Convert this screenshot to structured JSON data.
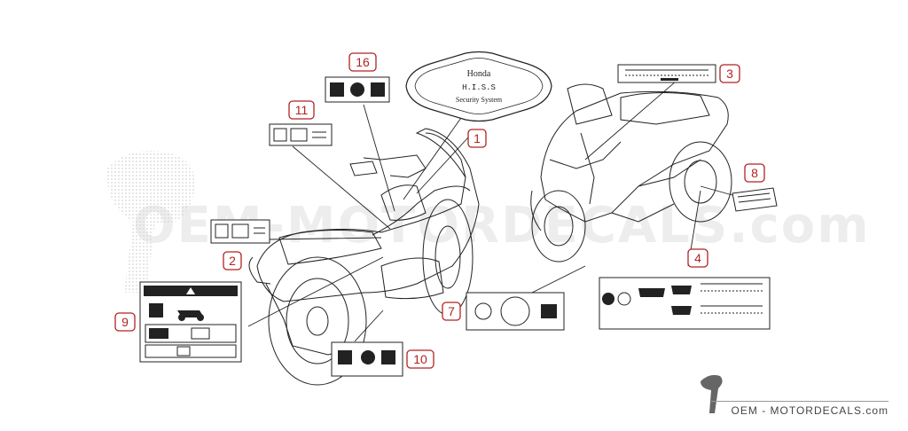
{
  "callouts": [
    {
      "id": "c1",
      "label": "1"
    },
    {
      "id": "c2",
      "label": "2"
    },
    {
      "id": "c3",
      "label": "3"
    },
    {
      "id": "c4",
      "label": "4"
    },
    {
      "id": "c7",
      "label": "7"
    },
    {
      "id": "c8",
      "label": "8"
    },
    {
      "id": "c9",
      "label": "9"
    },
    {
      "id": "c10",
      "label": "10"
    },
    {
      "id": "c11",
      "label": "11"
    },
    {
      "id": "c16",
      "label": "16"
    }
  ],
  "honda_emblem": {
    "lines": [
      "Honda",
      "H.I.S.S",
      "Security System"
    ]
  },
  "watermark": {
    "text": "OEM-MOTORDECALS.com"
  },
  "footer": {
    "text": "OEM - MOTORDECALS.com"
  },
  "colors": {
    "callout": "#b22222",
    "line": "#222222",
    "watermark": "#d0d0d0"
  }
}
